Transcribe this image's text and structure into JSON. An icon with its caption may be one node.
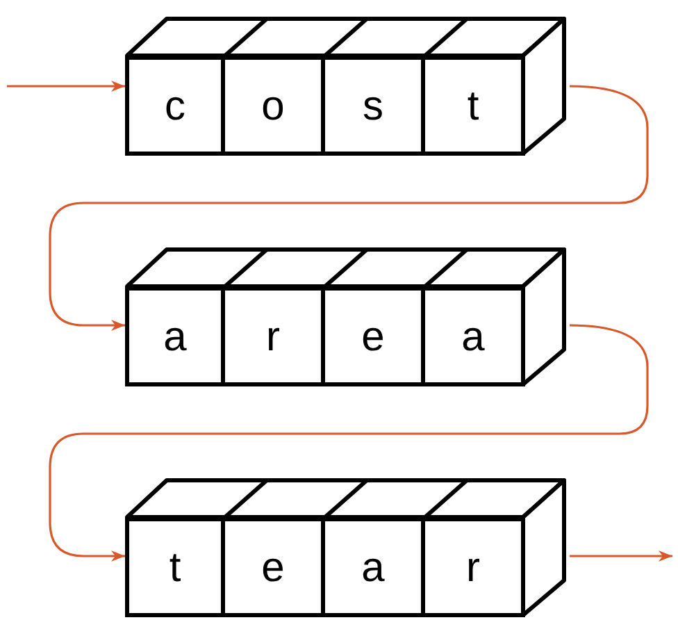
{
  "diagram": {
    "nodes": [
      {
        "text": [],
        "shape": "box"
      },
      {
        "text": [
          "c"
        ],
        "in": 0
      },
      {
        "text": [
          "o"
        ],
        "in": 0
      },
      {
        "text": [
          "s"
        ],
        "in": 0
      },
      {
        "text": [
          "t"
        ],
        "in": 0
      },
      {
        "text": [],
        "shape": "box"
      },
      {
        "text": [
          "a"
        ],
        "in": 5
      },
      {
        "text": [
          "r"
        ],
        "in": 5
      },
      {
        "text": [
          "e"
        ],
        "in": 5
      },
      {
        "text": [
          "a"
        ],
        "in": 5
      },
      {
        "text": [],
        "shape": "box"
      },
      {
        "text": [
          "t"
        ],
        "in": 10
      },
      {
        "text": [
          "e"
        ],
        "in": 10
      },
      {
        "text": [
          "a"
        ],
        "in": 10
      },
      {
        "text": [
          "r"
        ],
        "in": 10
      }
    ],
    "edges": [
      {
        "from": null,
        "to": 0,
        "arrow": "to"
      },
      {
        "from": 0,
        "to": 5,
        "arrow": "to"
      },
      {
        "from": 5,
        "to": 10,
        "arrow": "to"
      },
      {
        "from": 10,
        "to": null,
        "arrow": "to"
      }
    ]
  }
}
